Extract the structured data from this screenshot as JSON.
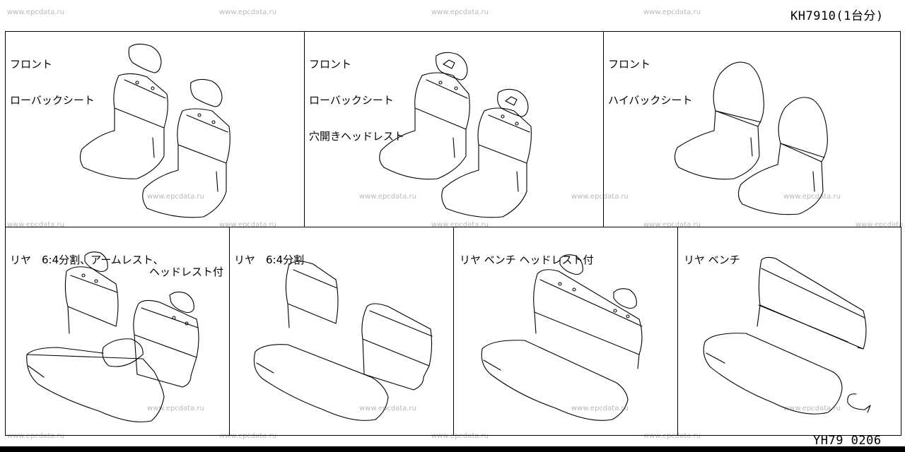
{
  "header": {
    "part_code": "KH7910(1台分)"
  },
  "footer": {
    "diagram_code": "YH79 0206"
  },
  "watermark": "www.epcdata.ru",
  "panels": [
    {
      "id": "front-low-back",
      "caption_lines": [
        "フロント",
        "ローバックシート"
      ]
    },
    {
      "id": "front-low-back-hole-headrest",
      "caption_lines": [
        "フロント",
        "ローバックシート",
        "穴開きヘッドレスト"
      ]
    },
    {
      "id": "front-high-back",
      "caption_lines": [
        "フロント",
        "ハイバックシート"
      ]
    },
    {
      "id": "rear-64-armrest-headrest",
      "caption_lines": [
        "リヤ　6:4分割、アームレスト、",
        "ヘッドレスト付"
      ]
    },
    {
      "id": "rear-64",
      "caption_lines": [
        "リヤ　6:4分割"
      ]
    },
    {
      "id": "rear-bench-headrest",
      "caption_lines": [
        "リヤ ベンチ ヘッドレスト付"
      ]
    },
    {
      "id": "rear-bench",
      "caption_lines": [
        "リヤ ベンチ"
      ]
    }
  ]
}
